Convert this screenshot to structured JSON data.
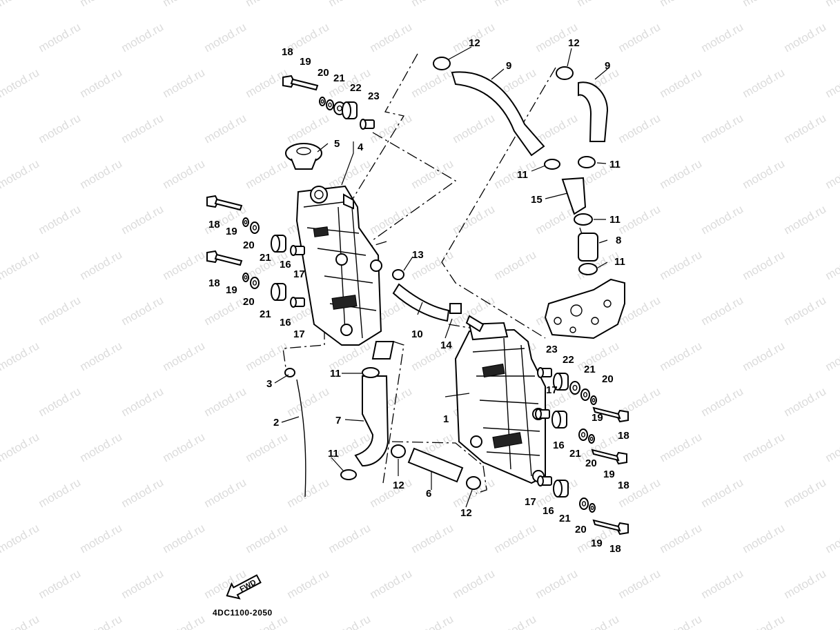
{
  "watermark": "motod.ru",
  "diagram_code": "4DC1100-2050",
  "fwd_label": "FWD",
  "callouts": [
    "1",
    "2",
    "3",
    "4",
    "5",
    "6",
    "7",
    "8",
    "9",
    "10",
    "11",
    "12",
    "13",
    "14",
    "15",
    "16",
    "17",
    "18",
    "19",
    "20",
    "21",
    "22",
    "23"
  ]
}
